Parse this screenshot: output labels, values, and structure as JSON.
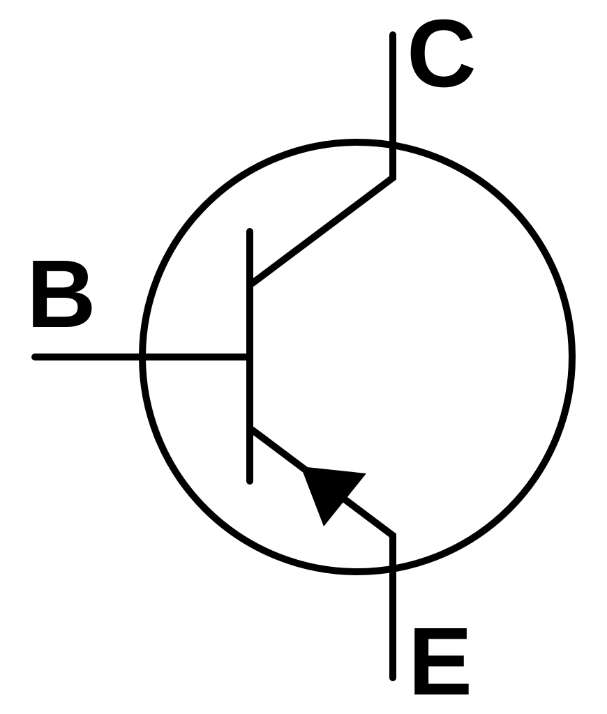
{
  "labels": {
    "collector": "C",
    "base": "B",
    "emitter": "E"
  },
  "colors": {
    "stroke": "#000000",
    "background": "#ffffff"
  }
}
